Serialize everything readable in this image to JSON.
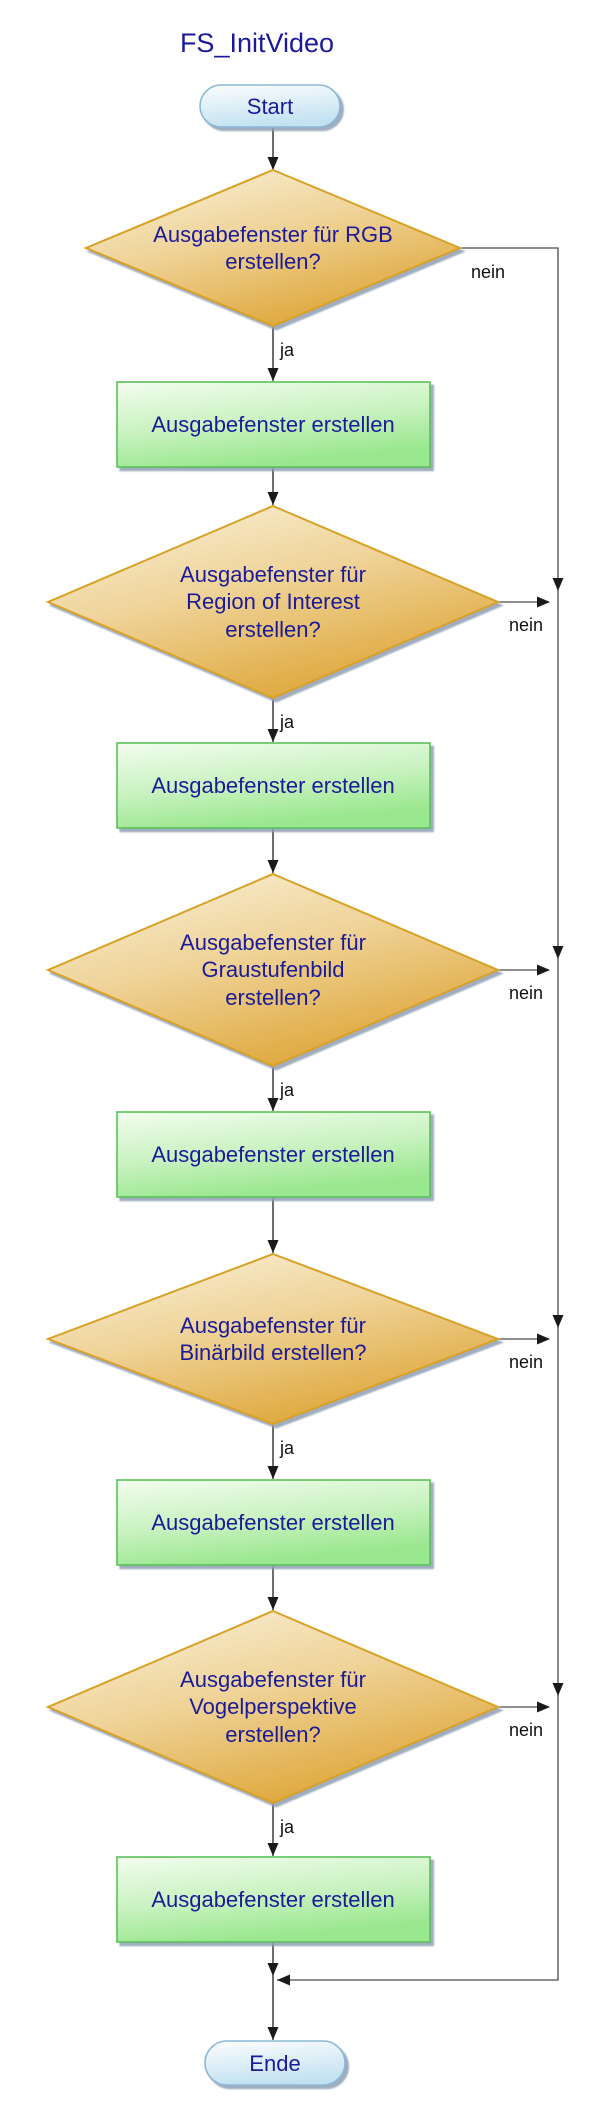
{
  "title": "FS_InitVideo",
  "nodes": {
    "start": "Start",
    "end": "Ende",
    "process_label": "Ausgabefenster erstellen",
    "decisions": [
      {
        "question": "Ausgabefenster für RGB\nerstellen?"
      },
      {
        "question": "Ausgabefenster für\nRegion of Interest\nerstellen?"
      },
      {
        "question": "Ausgabefenster für\nGraustufenbild\nerstellen?"
      },
      {
        "question": "Ausgabefenster für\nBinärbild erstellen?"
      },
      {
        "question": "Ausgabefenster für\nVogelperspektive\nerstellen?"
      }
    ]
  },
  "edges": {
    "yes_label": "ja",
    "no_label": "nein"
  },
  "colors": {
    "title_text": "#1b1b99",
    "node_text": "#1b1b99",
    "branch_label_text": "#111111",
    "decision_fill_light": "#faf3de",
    "decision_fill_mid": "#efd398",
    "decision_fill_dark": "#dfa83c",
    "decision_border": "#d8a125",
    "process_fill_light": "#f2fdee",
    "process_fill_mid": "#c9f2c0",
    "process_fill_dark": "#99e78e",
    "process_border": "#5ac05a",
    "terminal_fill_light": "#fbfdfe",
    "terminal_fill_mid": "#ddeef7",
    "terminal_fill_dark": "#c3e2f1",
    "terminal_border": "#8cb8d6",
    "main_line": "#2f2f2f",
    "loop_line": "#4a4a4a",
    "shadow": "#8e9fb3"
  }
}
